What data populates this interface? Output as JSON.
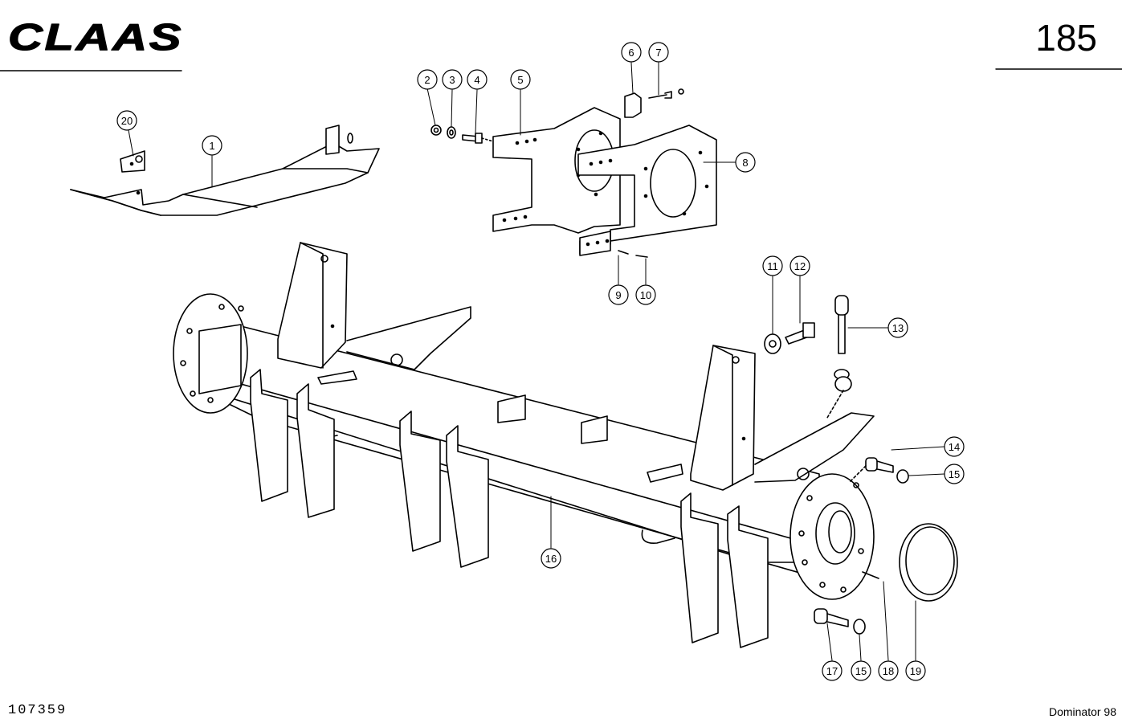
{
  "header": {
    "brand": "CLAAS",
    "page_number": "185"
  },
  "footer": {
    "drawing_number": "107359",
    "model": "Dominator 98"
  },
  "callouts": [
    "1",
    "2",
    "3",
    "4",
    "5",
    "6",
    "7",
    "8",
    "9",
    "10",
    "11",
    "12",
    "13",
    "14",
    "15",
    "15",
    "16",
    "17",
    "18",
    "19",
    "20"
  ]
}
